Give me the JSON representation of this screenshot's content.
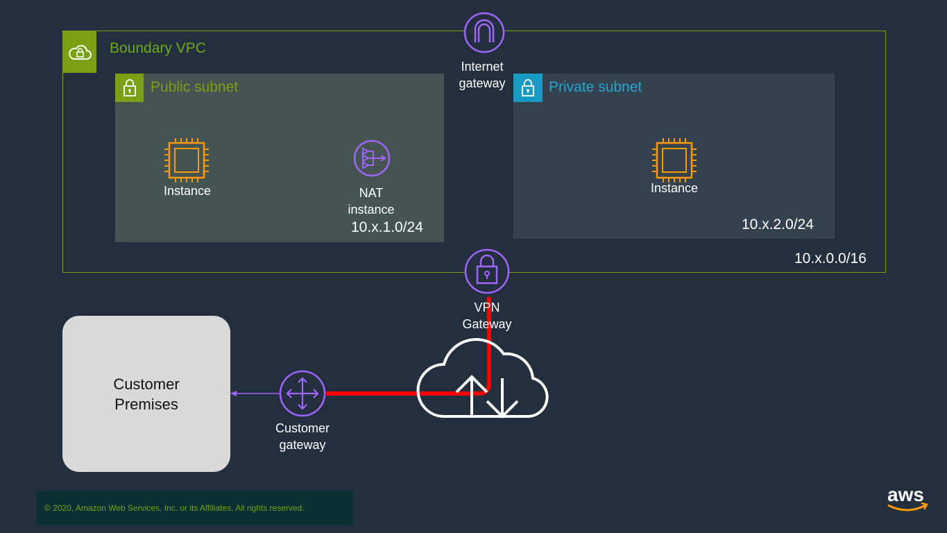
{
  "vpc": {
    "title": "Boundary VPC",
    "cidr": "10.x.0.0/16"
  },
  "public_subnet": {
    "title": "Public subnet",
    "cidr": "10.x.1.0/24",
    "instance_label": "Instance",
    "nat_label_line1": "NAT",
    "nat_label_line2": "instance"
  },
  "private_subnet": {
    "title": "Private subnet",
    "cidr": "10.x.2.0/24",
    "instance_label": "Instance"
  },
  "internet_gateway": {
    "line1": "Internet",
    "line2": "gateway"
  },
  "vpn_gateway": {
    "line1": "VPN",
    "line2": "Gateway"
  },
  "customer_gateway": {
    "line1": "Customer",
    "line2": "gateway"
  },
  "premises": {
    "line1": "Customer",
    "line2": "Premises"
  },
  "footer": {
    "copyright": "© 2020, Amazon Web Services, Inc. or its Affiliates. All rights reserved."
  },
  "logo": {
    "text": "aws"
  },
  "colors": {
    "background": "#232f3e",
    "vpc_green": "#7aa116",
    "private_blue": "#1a9bc4",
    "compute_orange": "#ff9900",
    "network_purple": "#a166ff",
    "vpn_connection_red": "#ff0000"
  },
  "icons": [
    "cloud-lock-icon",
    "lock-icon",
    "ec2-instance-icon",
    "nat-icon",
    "internet-gateway-icon",
    "vpn-gateway-icon",
    "customer-gateway-icon",
    "internet-cloud-icon",
    "aws-logo"
  ]
}
